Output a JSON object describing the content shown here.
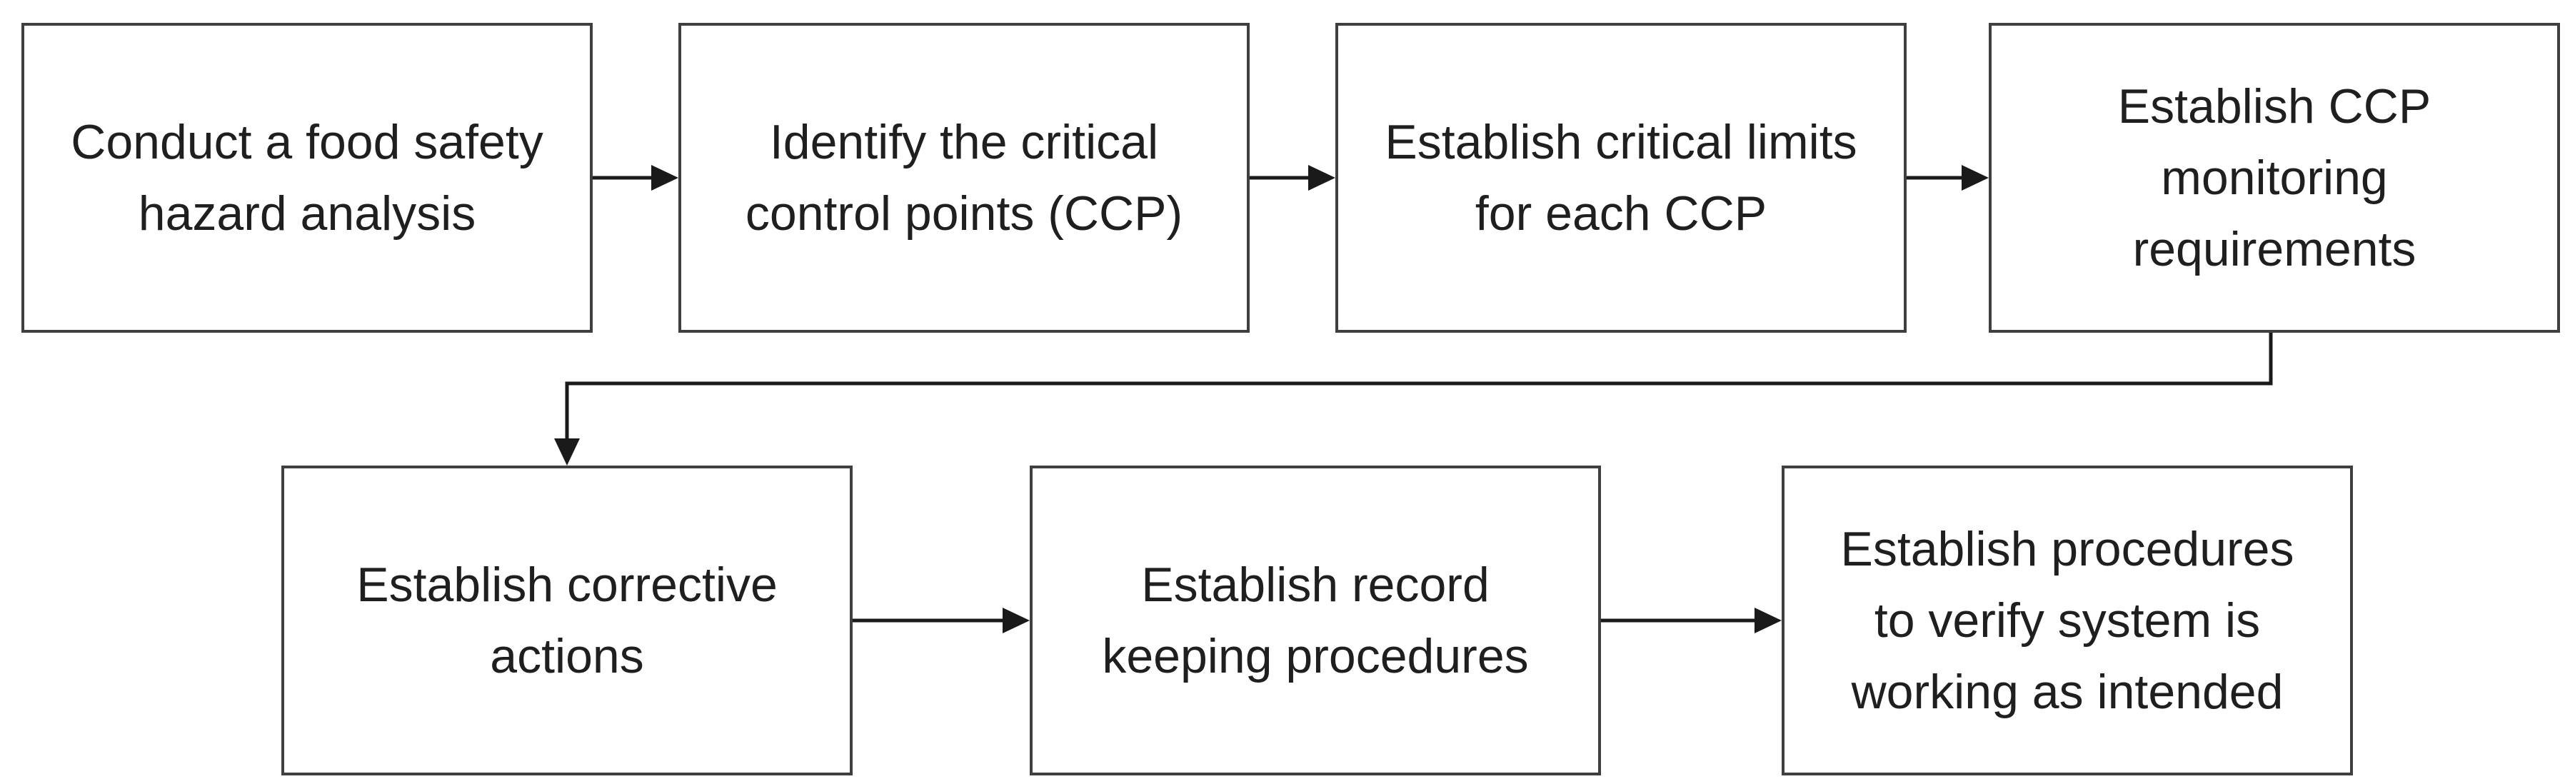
{
  "diagram": {
    "type": "flowchart",
    "colors": {
      "background": "#ffffff",
      "box_fill": "#ffffff",
      "box_border": "#3f3f3f",
      "text": "#1f1f1f",
      "arrow": "#1a1a1a"
    },
    "steps": [
      {
        "id": 1,
        "label": "Conduct a food safety hazard analysis"
      },
      {
        "id": 2,
        "label": "Identify the critical control points (CCP)"
      },
      {
        "id": 3,
        "label": "Establish critical limits for each CCP"
      },
      {
        "id": 4,
        "label": "Establish CCP monitoring requirements"
      },
      {
        "id": 5,
        "label": "Establish corrective actions"
      },
      {
        "id": 6,
        "label": "Establish record keeping procedures"
      },
      {
        "id": 7,
        "label": "Establish procedures to verify system is working as intended"
      }
    ],
    "connections": [
      {
        "from": 1,
        "to": 2,
        "style": "straight-arrow"
      },
      {
        "from": 2,
        "to": 3,
        "style": "straight-arrow"
      },
      {
        "from": 3,
        "to": 4,
        "style": "straight-arrow"
      },
      {
        "from": 4,
        "to": 5,
        "style": "elbow-arrow"
      },
      {
        "from": 5,
        "to": 6,
        "style": "straight-arrow"
      },
      {
        "from": 6,
        "to": 7,
        "style": "straight-arrow"
      }
    ]
  }
}
